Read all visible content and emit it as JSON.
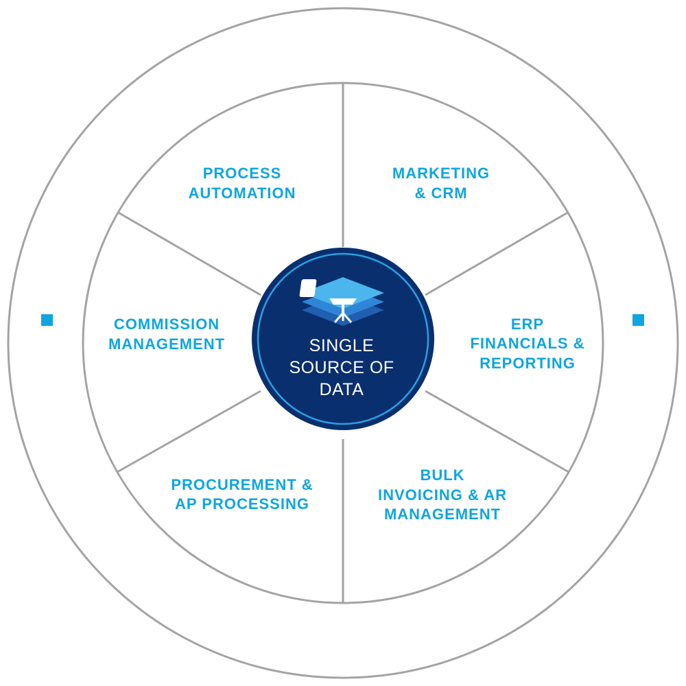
{
  "colors": {
    "ring": "#a3a3a3",
    "accent": "#0ea5e0",
    "hub_fill": "#0a2f6e",
    "hub_ring": "#2a9fe0",
    "hub_text": "#ffffff",
    "icon_light": "#4bb6ee",
    "icon_mid": "#2f86d6",
    "icon_dark": "#1f5fb0"
  },
  "center": {
    "icon": "database-layers-icon",
    "lines": [
      "SINGLE",
      "SOURCE OF",
      "DATA"
    ]
  },
  "segments": [
    {
      "id": "process-automation",
      "lines": [
        "PROCESS",
        "AUTOMATION"
      ]
    },
    {
      "id": "marketing-crm",
      "lines": [
        "MARKETING",
        "& CRM"
      ]
    },
    {
      "id": "erp-financials",
      "lines": [
        "ERP",
        "FINANCIALS &",
        "REPORTING"
      ]
    },
    {
      "id": "bulk-invoicing",
      "lines": [
        "BULK",
        "INVOICING & AR",
        "MANAGEMENT"
      ]
    },
    {
      "id": "procurement",
      "lines": [
        "PROCUREMENT &",
        "AP PROCESSING"
      ]
    },
    {
      "id": "commission-management",
      "lines": [
        "COMMISSION",
        "MANAGEMENT"
      ]
    }
  ],
  "markers": [
    {
      "id": "left",
      "icon": "square-marker-icon"
    },
    {
      "id": "right",
      "icon": "square-marker-icon"
    }
  ]
}
